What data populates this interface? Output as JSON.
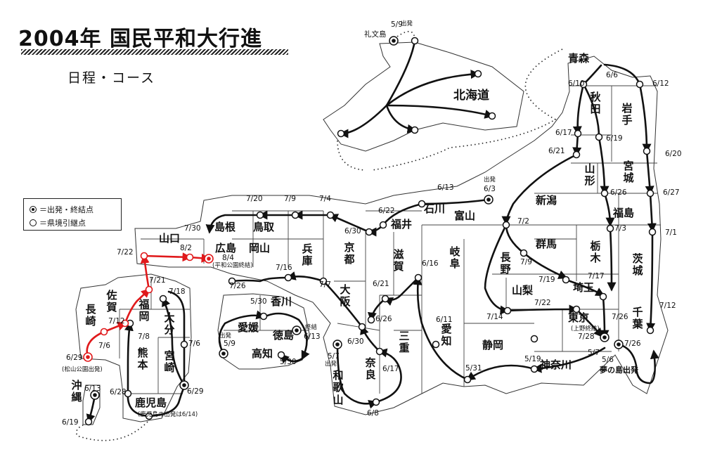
{
  "title": "2004年 国民平和大行進",
  "subtitle": "日程・コース",
  "legend": {
    "start_end": "＝出発・終結点",
    "relay": "＝県境引継点"
  },
  "prefectures": {
    "hokkaido": "北海道",
    "aomori": "青森",
    "akita": "秋田",
    "iwate": "岩手",
    "yamagata": "山形",
    "miyagi": "宮城",
    "fukushima": "福島",
    "niigata": "新潟",
    "ibaraki": "茨城",
    "tochigi": "栃木",
    "gunma": "群馬",
    "nagano": "長野",
    "saitama": "埼玉",
    "chiba": "千葉",
    "tokyo": "東京",
    "kanagawa": "神奈川",
    "yamanashi": "山梨",
    "shizuoka": "静岡",
    "aichi": "愛知",
    "gifu": "岐阜",
    "toyama": "富山",
    "ishikawa": "石川",
    "fukui": "福井",
    "shiga": "滋賀",
    "mie": "三重",
    "nara": "奈良",
    "wakayama": "和歌山",
    "osaka": "大阪",
    "kyoto": "京都",
    "hyogo": "兵庫",
    "tottori": "鳥取",
    "shimane": "島根",
    "okayama": "岡山",
    "hiroshima": "広島",
    "yamaguchi": "山口",
    "kagawa": "香川",
    "ehime": "愛媛",
    "tokushima": "徳島",
    "kochi": "高知",
    "fukuoka": "福岡",
    "saga": "佐賀",
    "nagasaki": "長崎",
    "oita": "大分",
    "kumamoto": "熊本",
    "miyazaki": "宮崎",
    "kagoshima": "鹿児島",
    "okinawa": "沖縄"
  },
  "places": {
    "rebun": "礼文島",
    "yumenoshima": "夢の島出発"
  },
  "notes": {
    "start": "出発",
    "end": "終結",
    "ueno": "(上野終結)",
    "peace_park_end": "(平和公園終結)",
    "matsuyama_park": "(松山公園出発)",
    "kagoshima_start": "(鹿児島の出発は6/14)"
  },
  "dates": {
    "d_5_9_rebun": "5/9",
    "d_6_6": "6/6",
    "d_6_10": "6/10",
    "d_6_12": "6/12",
    "d_6_17_akita": "6/17",
    "d_6_19_iwate": "6/19",
    "d_6_21_akita": "6/21",
    "d_6_20": "6/20",
    "d_6_26_yamagata": "6/26",
    "d_6_27": "6/27",
    "d_6_3": "6/3",
    "d_6_13_toyama": "6/13",
    "d_6_22": "6/22",
    "d_7_2": "7/2",
    "d_7_3": "7/3",
    "d_7_1": "7/1",
    "d_6_30_kyoto": "6/30",
    "d_7_4": "7/4",
    "d_7_9_tottori": "7/9",
    "d_7_20": "7/20",
    "d_7_30": "7/30",
    "d_8_2": "8/2",
    "d_8_4": "8/4",
    "d_7_22_yamaguchi": "7/22",
    "d_7_16": "7/16",
    "d_7_26_hyogo": "7/26",
    "d_7_7": "7/7",
    "d_6_16": "6/16",
    "d_6_21_shiga": "6/21",
    "d_6_26_shiga": "6/26",
    "d_6_30_osaka": "6/30",
    "d_6_11": "6/11",
    "d_5_7": "5/7",
    "d_6_17_nara": "6/17",
    "d_6_8": "6/8",
    "d_5_31": "5/31",
    "d_5_19": "5/19",
    "d_7_9_gunma": "7/9",
    "d_7_19": "7/19",
    "d_7_17": "7/17",
    "d_7_14": "7/14",
    "d_7_22_tokyo": "7/22",
    "d_7_26_tokyo": "7/26",
    "d_7_28": "7/28",
    "d_7_26_chiba": "7/26",
    "d_7_12_chiba": "7/12",
    "d_5_7_kanagawa": "5/7",
    "d_5_6": "5/6",
    "d_5_30": "5/30",
    "d_5_9_ehime": "5/9",
    "d_6_13_tokushima": "6/13",
    "d_5_30_kochi": "5/30",
    "d_7_21": "7/21",
    "d_7_18": "7/18",
    "d_7_12_saga": "7/12",
    "d_7_6_saga": "7/6",
    "d_6_29_nagasaki": "6/29",
    "d_7_8": "7/8",
    "d_7_6_oita": "7/6",
    "d_6_29_miyazaki": "6/29",
    "d_6_28": "6/28",
    "d_6_13_okinawa": "6/13",
    "d_6_19_okinawa": "6/19"
  },
  "colors": {
    "route": "#111111",
    "route_highlight": "#e0191b",
    "map_line": "#333333",
    "background": "#ffffff"
  }
}
